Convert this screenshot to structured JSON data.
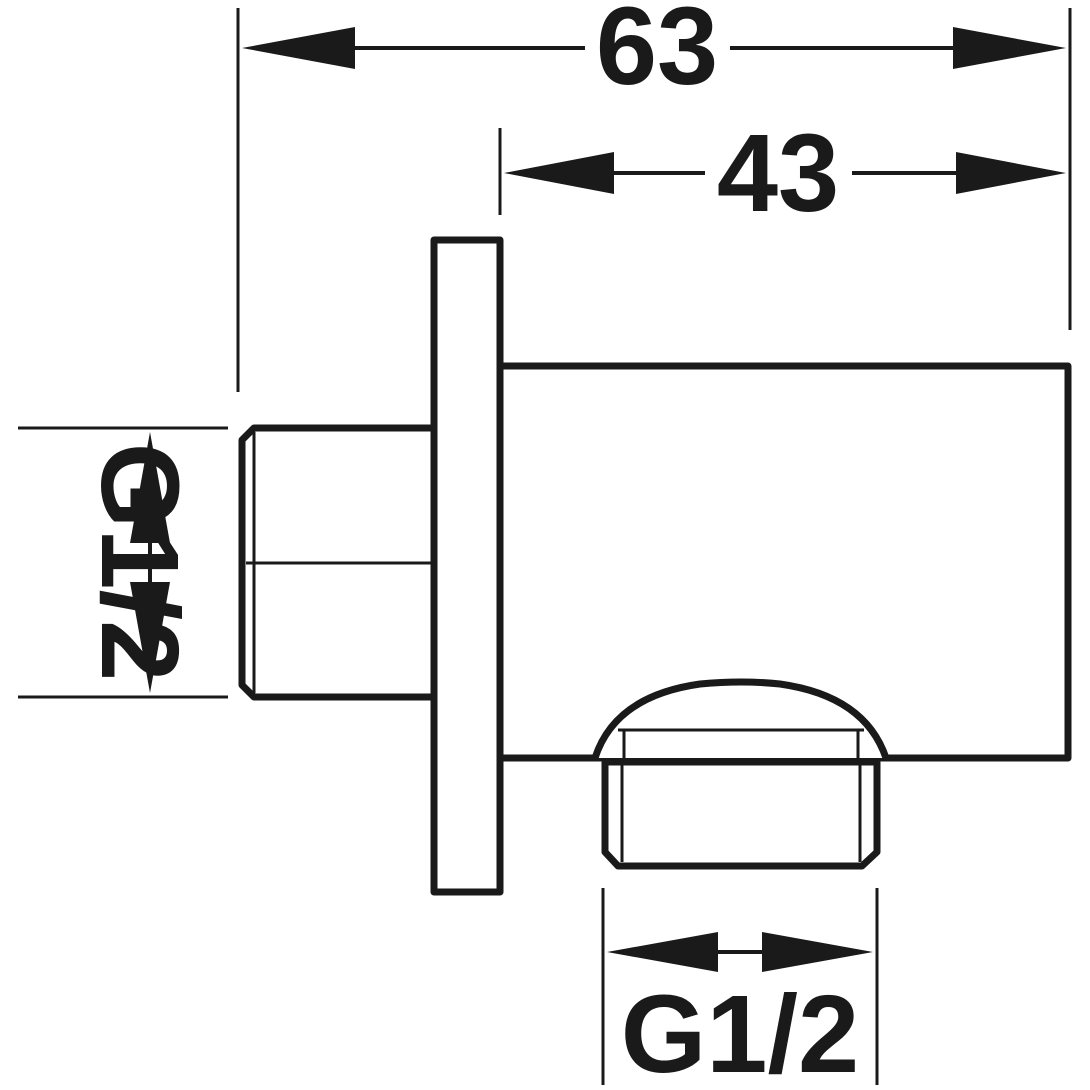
{
  "dimensions": {
    "overall_length": "63",
    "outlet_length": "43",
    "inlet_thread": "G1/2",
    "outlet_thread": "G1/2"
  },
  "colors": {
    "line": "#1a1a1a",
    "background": "#ffffff"
  }
}
